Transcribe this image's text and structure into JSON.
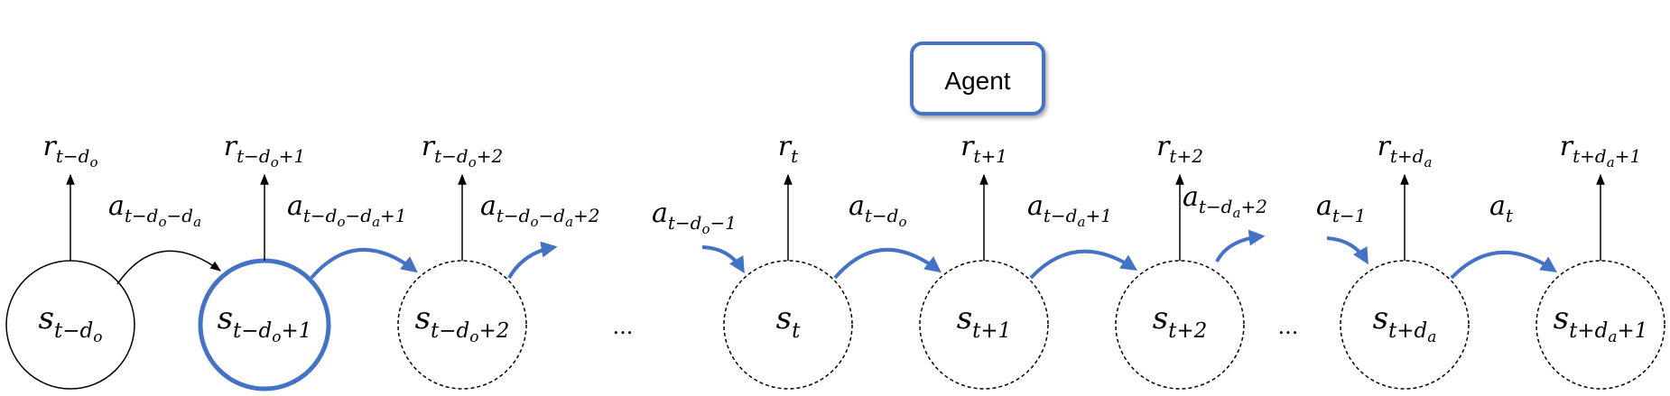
{
  "agent": {
    "label": "Agent"
  },
  "colors": {
    "accent": "#4472c4",
    "stroke": "#000000"
  },
  "states": [
    {
      "name": "s",
      "sub": "t−d",
      "subsub": "o",
      "tail": "",
      "style": "solid-black"
    },
    {
      "name": "s",
      "sub": "t−d",
      "subsub": "o",
      "tail": "+1",
      "style": "solid-blue"
    },
    {
      "name": "s",
      "sub": "t−d",
      "subsub": "o",
      "tail": "+2",
      "style": "dashed"
    },
    {
      "name": "s",
      "sub": "t",
      "subsub": "",
      "tail": "",
      "style": "dashed"
    },
    {
      "name": "s",
      "sub": "t+1",
      "subsub": "",
      "tail": "",
      "style": "dashed"
    },
    {
      "name": "s",
      "sub": "t+2",
      "subsub": "",
      "tail": "",
      "style": "dashed"
    },
    {
      "name": "s",
      "sub": "t+d",
      "subsub": "a",
      "tail": "",
      "style": "dashed"
    },
    {
      "name": "s",
      "sub": "t+d",
      "subsub": "a",
      "tail": "+1",
      "style": "dashed"
    }
  ],
  "rewards": [
    {
      "name": "r",
      "sub": "t−d",
      "subsub": "o",
      "tail": ""
    },
    {
      "name": "r",
      "sub": "t−d",
      "subsub": "o",
      "tail": "+1"
    },
    {
      "name": "r",
      "sub": "t−d",
      "subsub": "o",
      "tail": "+2"
    },
    {
      "name": "r",
      "sub": "t",
      "subsub": "",
      "tail": ""
    },
    {
      "name": "r",
      "sub": "t+1",
      "subsub": "",
      "tail": ""
    },
    {
      "name": "r",
      "sub": "t+2",
      "subsub": "",
      "tail": ""
    },
    {
      "name": "r",
      "sub": "t+d",
      "subsub": "a",
      "tail": ""
    },
    {
      "name": "r",
      "sub": "t+d",
      "subsub": "a",
      "tail": "+1"
    }
  ],
  "actions": [
    {
      "name": "a",
      "sub": "t−d",
      "subsub": "o",
      "mid": "−d",
      "midsub": "a",
      "tail": ""
    },
    {
      "name": "a",
      "sub": "t−d",
      "subsub": "o",
      "mid": "−d",
      "midsub": "a",
      "tail": "+1"
    },
    {
      "name": "a",
      "sub": "t−d",
      "subsub": "o",
      "mid": "−d",
      "midsub": "a",
      "tail": "+2"
    },
    {
      "name": "a",
      "sub": "t−d",
      "subsub": "o",
      "mid": "",
      "midsub": "",
      "tail": "−1"
    },
    {
      "name": "a",
      "sub": "t−d",
      "subsub": "o",
      "mid": "",
      "midsub": "",
      "tail": ""
    },
    {
      "name": "a",
      "sub": "t−d",
      "subsub": "a",
      "mid": "",
      "midsub": "",
      "tail": "+1"
    },
    {
      "name": "a",
      "sub": "t−d",
      "subsub": "a",
      "mid": "",
      "midsub": "",
      "tail": "+2"
    },
    {
      "name": "a",
      "sub": "t−1",
      "subsub": "",
      "mid": "",
      "midsub": "",
      "tail": ""
    },
    {
      "name": "a",
      "sub": "t",
      "subsub": "",
      "mid": "",
      "midsub": "",
      "tail": ""
    }
  ],
  "ellipses": [
    "...",
    "..."
  ]
}
